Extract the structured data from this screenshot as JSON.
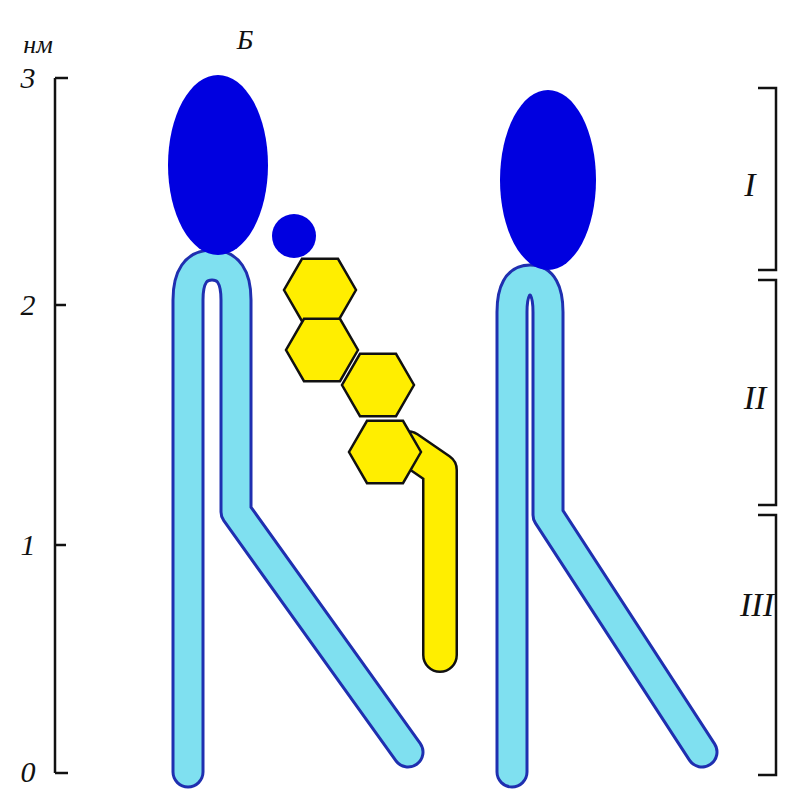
{
  "diagram": {
    "labels": [
      "нм",
      "3",
      "2",
      "1",
      "0",
      "Б",
      "I",
      "II",
      "III"
    ]
  }
}
